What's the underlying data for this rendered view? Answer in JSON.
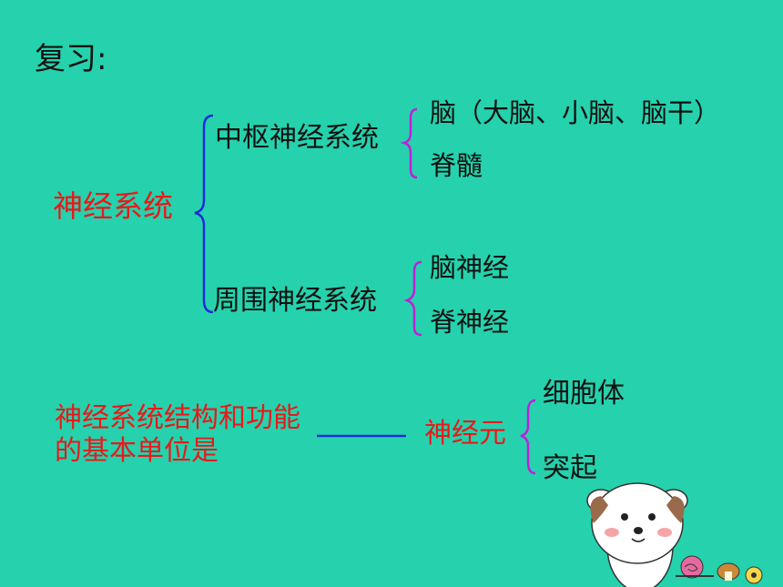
{
  "title": "复习:",
  "root": "神经系统",
  "central": {
    "label": "中枢神经系统",
    "items": [
      "脑（大脑、小脑、脑干）",
      "脊髓"
    ]
  },
  "peripheral": {
    "label": "周围神经系统",
    "items": [
      "脑神经",
      "脊神经"
    ]
  },
  "question": "神经系统结构和功能的基本单位是",
  "answer": "神经元",
  "answer_parts": [
    "细胞体",
    "突起"
  ],
  "colors": {
    "background": "#25d2ad",
    "highlight": "#e8191a",
    "blue_brace": "#1e2bd8",
    "purple_brace": "#c01fd8"
  }
}
